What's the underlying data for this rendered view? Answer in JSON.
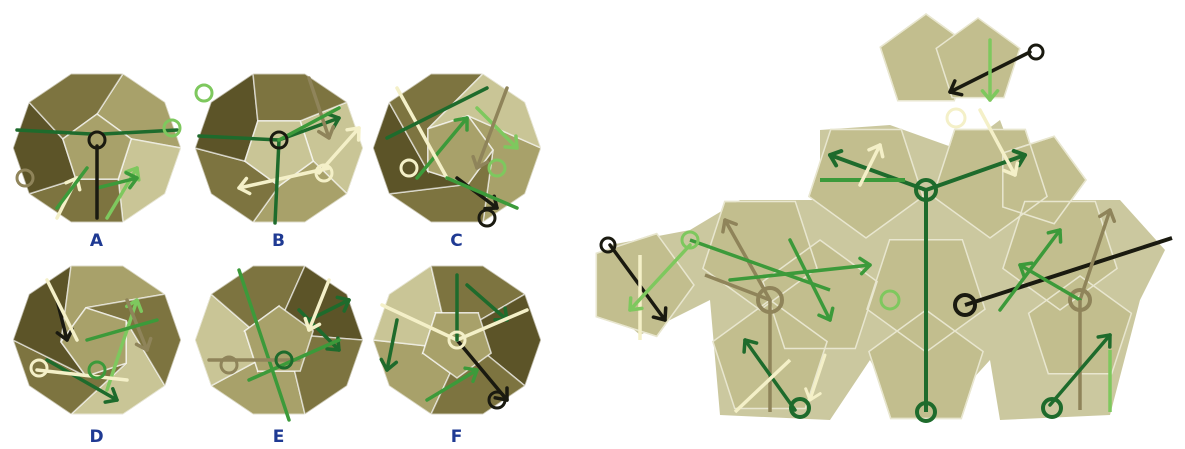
{
  "colors": {
    "face_light": "#c9c596",
    "face_mid": "#a8a16a",
    "face_dark": "#7d7440",
    "face_darker": "#5c5428",
    "edge": "#ffffff",
    "net_face": "#c2be8e",
    "net_edge": "#e8e6cf",
    "arrow_dark_green": "#1e6b2c",
    "arrow_green": "#3c9a3a",
    "arrow_light_green": "#7ec85e",
    "arrow_cream": "#f4f0c8",
    "arrow_tan": "#8f845a",
    "arrow_black": "#1a1a10",
    "label": "#1f3a93"
  },
  "options": [
    {
      "label": "A"
    },
    {
      "label": "B"
    },
    {
      "label": "C"
    },
    {
      "label": "D"
    },
    {
      "label": "E"
    },
    {
      "label": "F"
    }
  ],
  "net": {
    "faces": 12,
    "arrow_icons": [
      "dark-green-arrow-icon",
      "green-arrow-icon",
      "light-green-arrow-icon",
      "cream-arrow-icon",
      "tan-arrow-icon",
      "black-arrow-icon"
    ]
  }
}
